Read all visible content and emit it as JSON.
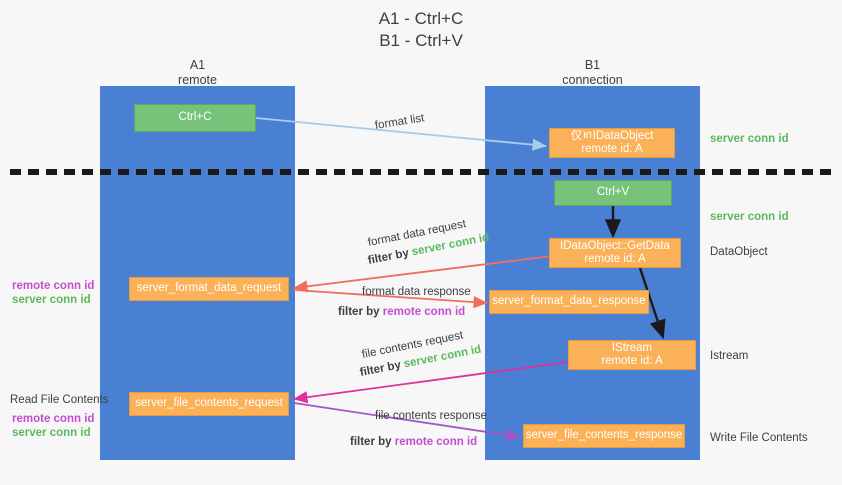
{
  "title": {
    "line1": "A1 - Ctrl+C",
    "line2": "B1 - Ctrl+V"
  },
  "lanes": [
    {
      "name": "A1",
      "sub": "remote"
    },
    {
      "name": "B1",
      "sub": "connection"
    }
  ],
  "colors": {
    "lane": "#4a80d4",
    "green_box": "#77c37a",
    "orange_box": "#fbb158",
    "server_conn_text": "#5cb85c",
    "remote_conn_text": "#c34fd0",
    "background": "#f7f7f7",
    "arrow_blue": "#a8cdea",
    "arrow_red": "#ef6e5e",
    "arrow_pink": "#e0309a",
    "arrow_purple": "#a455c8",
    "arrow_dark": "#1a1a1a",
    "divider": "#1a1a1a"
  },
  "nodes": {
    "ctrl_c": {
      "line1": "Ctrl+C"
    },
    "idataobject": {
      "line1": "仅ㅲIDataObject",
      "line2": "remote id: A"
    },
    "ctrl_v": {
      "line1": "Ctrl+V"
    },
    "getdata": {
      "line1": "IDataObject::GetData",
      "line2": "remote id: A"
    },
    "format_data_request": {
      "line1": "server_format_data_request"
    },
    "format_data_response": {
      "line1": "server_format_data_response"
    },
    "istream": {
      "line1": "IStream",
      "line2": "remote id: A"
    },
    "file_contents_request": {
      "line1": "server_file_contents_request"
    },
    "file_contents_response": {
      "line1": "server_file_contents_response"
    }
  },
  "edge_labels": {
    "format_list": "format list",
    "format_data_request": "format data request",
    "format_data_request_filter_prefix": "filter by",
    "format_data_request_filter_value": "server conn id",
    "format_data_response": "format data response",
    "format_data_response_filter_prefix": "filter by",
    "format_data_response_filter_value": "remote conn id",
    "file_contents_request": "file contents request",
    "file_contents_request_filter_prefix": "filter by",
    "file_contents_request_filter_value": "server conn id",
    "file_contents_response": "file contents response",
    "file_contents_response_filter_prefix": "filter by",
    "file_contents_response_filter_value": "remote conn id"
  },
  "side_labels": {
    "right_server_conn_top": "server conn id",
    "right_server_conn_mid": "server conn id",
    "right_dataobject": "DataObject",
    "right_istream": "Istream",
    "right_write_file_contents": "Write File Contents",
    "left_remote_conn_mid": "remote conn id",
    "left_server_conn_mid": "server conn id",
    "left_read_file_contents": "Read File Contents",
    "left_remote_conn_bottom": "remote conn id",
    "left_server_conn_bottom": "server conn id"
  }
}
